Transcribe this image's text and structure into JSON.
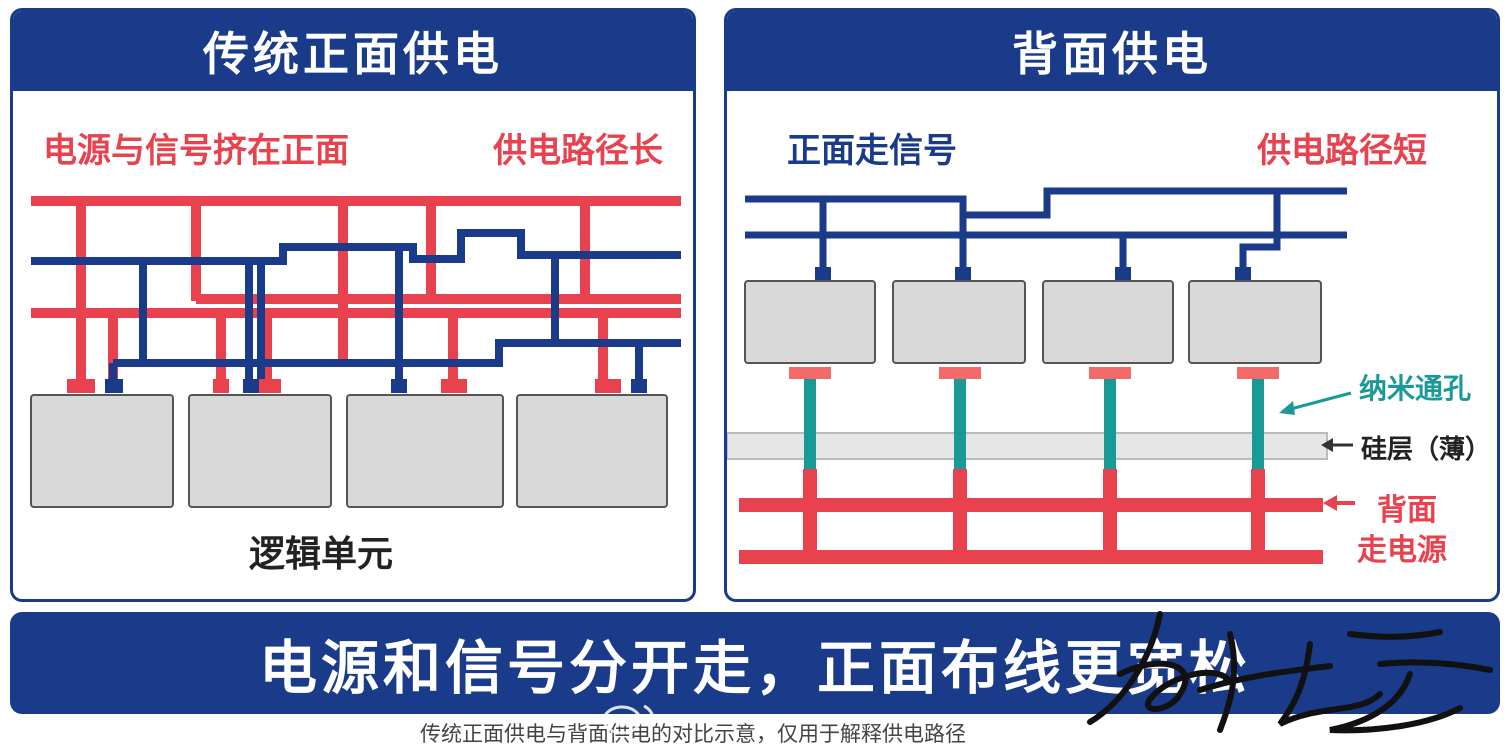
{
  "left_panel": {
    "title": "传统正面供电",
    "label_left": "电源与信号挤在正面",
    "label_right": "供电路径长",
    "cells_label": "逻辑单元"
  },
  "right_panel": {
    "title": "背面供电",
    "label_left": "正面走信号",
    "label_right": "供电路径短",
    "annotation_via": "纳米通孔",
    "annotation_silicon": "硅层（薄）",
    "annotation_backside_line1": "背面",
    "annotation_backside_line2": "走电源"
  },
  "banner": "电源和信号分开走，正面布线更宽松",
  "caption": "传统正面供电与背面供电的对比示意，仅用于解释供电路径",
  "colors": {
    "navy": "#1a3a8a",
    "power_red": "#e8424f",
    "via_teal": "#1a9a96",
    "cell_gray": "#d9d9d9"
  },
  "icons": [
    "arrow-left-icon",
    "weibo-logo",
    "handwritten-signature"
  ]
}
